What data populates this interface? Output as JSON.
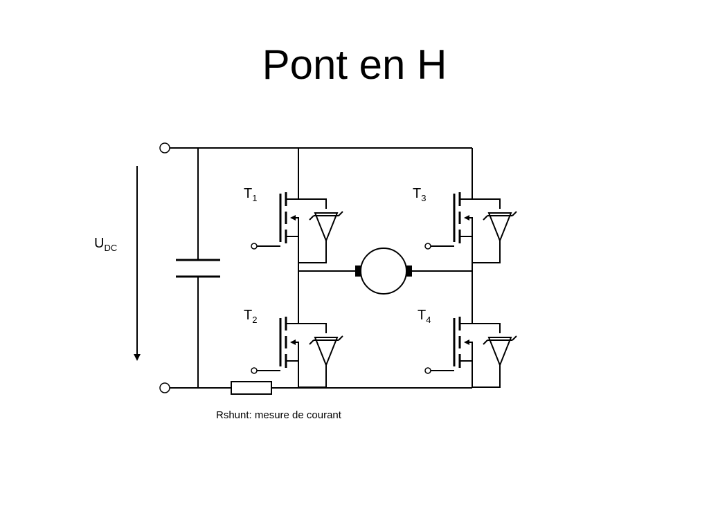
{
  "title": "Pont en H",
  "supply_label": {
    "main": "U",
    "sub": "DC"
  },
  "transistors": [
    {
      "main": "T",
      "sub": "1"
    },
    {
      "main": "T",
      "sub": "2"
    },
    {
      "main": "T",
      "sub": "3"
    },
    {
      "main": "T",
      "sub": "4"
    }
  ],
  "caption": "Rshunt: mesure de courant"
}
